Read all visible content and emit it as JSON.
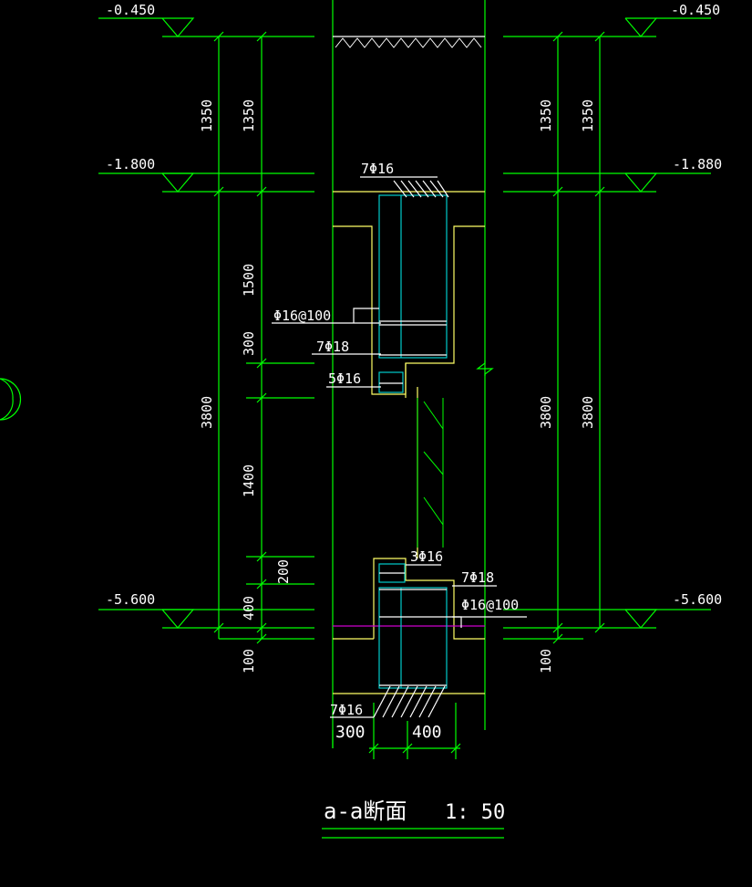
{
  "levels": {
    "left_top": "-0.450",
    "left_mid": "-1.800",
    "left_bot": "-5.600",
    "right_top": "-0.450",
    "right_mid": "-1.880",
    "right_bot": "-5.600"
  },
  "dimensions": {
    "left_outer_1350": "1350",
    "left_inner_1350": "1350",
    "left_outer_3800": "3800",
    "left_1500": "1500",
    "left_300": "300",
    "left_1400": "1400",
    "left_200": "200",
    "left_400": "400",
    "left_100": "100",
    "right_1350_a": "1350",
    "right_1350_b": "1350",
    "right_3800_a": "3800",
    "right_3800_b": "3800",
    "right_100": "100",
    "bottom_300": "300",
    "bottom_400": "400"
  },
  "rebar": {
    "top_beam_top": "7Φ16",
    "stirrup_upper": "Φ16@100",
    "top_beam_bottom": "7Φ18",
    "small_upper": "5Φ16",
    "small_lower": "3Φ16",
    "bot_beam_top": "7Φ18",
    "stirrup_lower": "Φ16@100",
    "bot_beam_bottom": "7Φ16"
  },
  "caption": {
    "section": "a-a断面",
    "scale": "1: 50"
  },
  "colors": {
    "background": "#000000",
    "dimension_lines": "#00ff00",
    "section_outline": "#00e000",
    "concrete_edge": "#ffff66",
    "beam_outline": "#00cccc",
    "rebar_marks": "#ffffff",
    "joint_line": "#cc00cc"
  }
}
